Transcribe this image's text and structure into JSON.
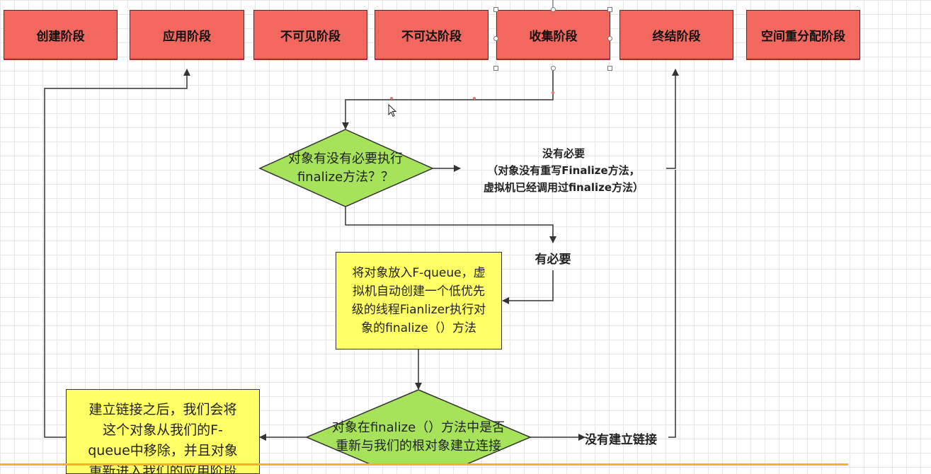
{
  "stages": [
    {
      "id": "create",
      "label": "创建阶段"
    },
    {
      "id": "apply",
      "label": "应用阶段"
    },
    {
      "id": "invisible",
      "label": "不可见阶段"
    },
    {
      "id": "unreachable",
      "label": "不可达阶段"
    },
    {
      "id": "collect",
      "label": "收集阶段"
    },
    {
      "id": "terminate",
      "label": "终结阶段"
    },
    {
      "id": "realloc",
      "label": "空间重分配阶段"
    }
  ],
  "decision1": {
    "line1": "对象有没有必要执行",
    "line2": "finalize方法？？"
  },
  "no_need": {
    "title": "没有必要",
    "line1": "（对象没有重写Finalize方法，",
    "line2": "虚拟机已经调用过finalize方法）"
  },
  "need": {
    "label": "有必要"
  },
  "queue_box": {
    "line1": "将对象放入F-queue，虚",
    "line2": "拟机自动创建一个低优先",
    "line3": "级的线程Fianlizer执行对",
    "line4": "象的finalize（）方法"
  },
  "decision2": {
    "line1": "对象在finalize（）方法中是否",
    "line2": "重新与我们的根对象建立连接"
  },
  "no_link": {
    "label": "没有建立链接"
  },
  "relinked_box": {
    "line1": "建立链接之后，我们会将",
    "line2": "这个对象从我们的F-",
    "line3": "queue中移除，并且对象",
    "line4": "重新进入我们的应用阶段"
  },
  "colors": {
    "stage_fill": "#f2675e",
    "decision_fill": "#a6e35a",
    "process_fill": "#ffff66",
    "line": "#333333"
  }
}
